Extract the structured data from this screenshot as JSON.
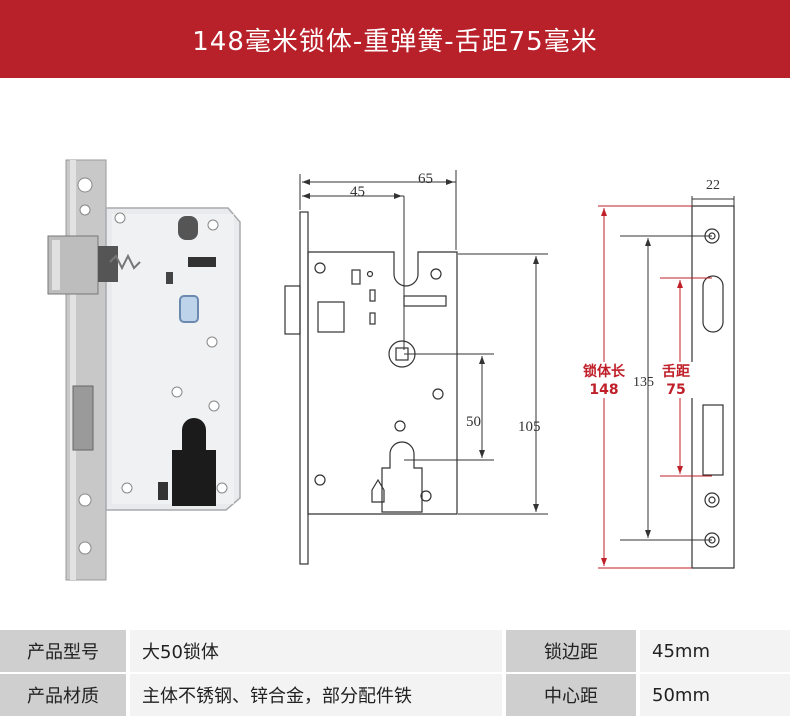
{
  "banner": {
    "title": "148毫米锁体-重弹簧-舌距75毫米"
  },
  "diagram": {
    "dim_45": "45",
    "dim_65": "65",
    "dim_50": "50",
    "dim_105": "105",
    "dim_22": "22",
    "dim_135": "135",
    "body_length_label": "锁体长",
    "body_length_value": "148",
    "tongue_label": "舌距",
    "tongue_value": "75"
  },
  "colors": {
    "banner": "#b8202a",
    "accent": "#c0202a"
  },
  "specs": {
    "rows": [
      {
        "label1": "产品型号",
        "value1": "大50锁体",
        "label2": "锁边距",
        "value2": "45mm"
      },
      {
        "label1": "产品材质",
        "value1": "主体不锈钢、锌合金，部分配件铁",
        "label2": "中心距",
        "value2": "50mm"
      }
    ]
  }
}
